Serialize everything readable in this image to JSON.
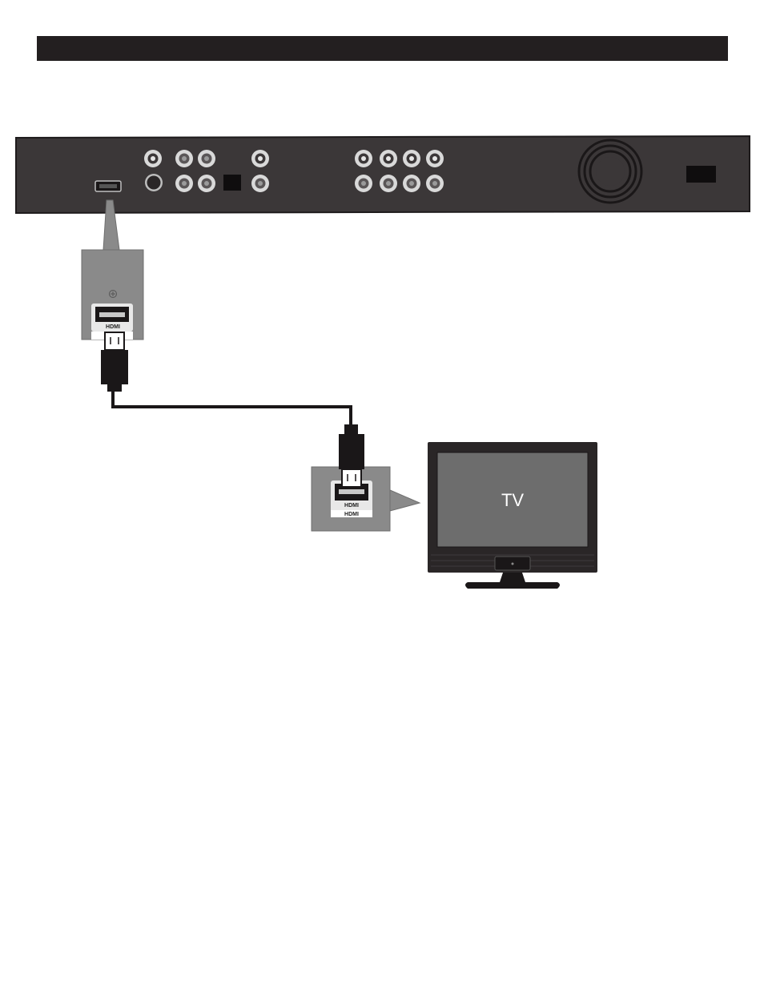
{
  "header": {
    "title": ""
  },
  "colors": {
    "panel_dark": "#3b3738",
    "panel_edge": "#1e1b1c",
    "callout_gray": "#8a8a8a",
    "tv_screen": "#6d6d6d",
    "tv_bezel": "#2a2627",
    "cable": "#1a1718"
  },
  "ports": {
    "player_hdmi_label": "HDMI",
    "tv_hdmi_label": "HDMI",
    "tv_hdmi_label_bottom": "HDMI"
  },
  "tv": {
    "label": "TV"
  }
}
